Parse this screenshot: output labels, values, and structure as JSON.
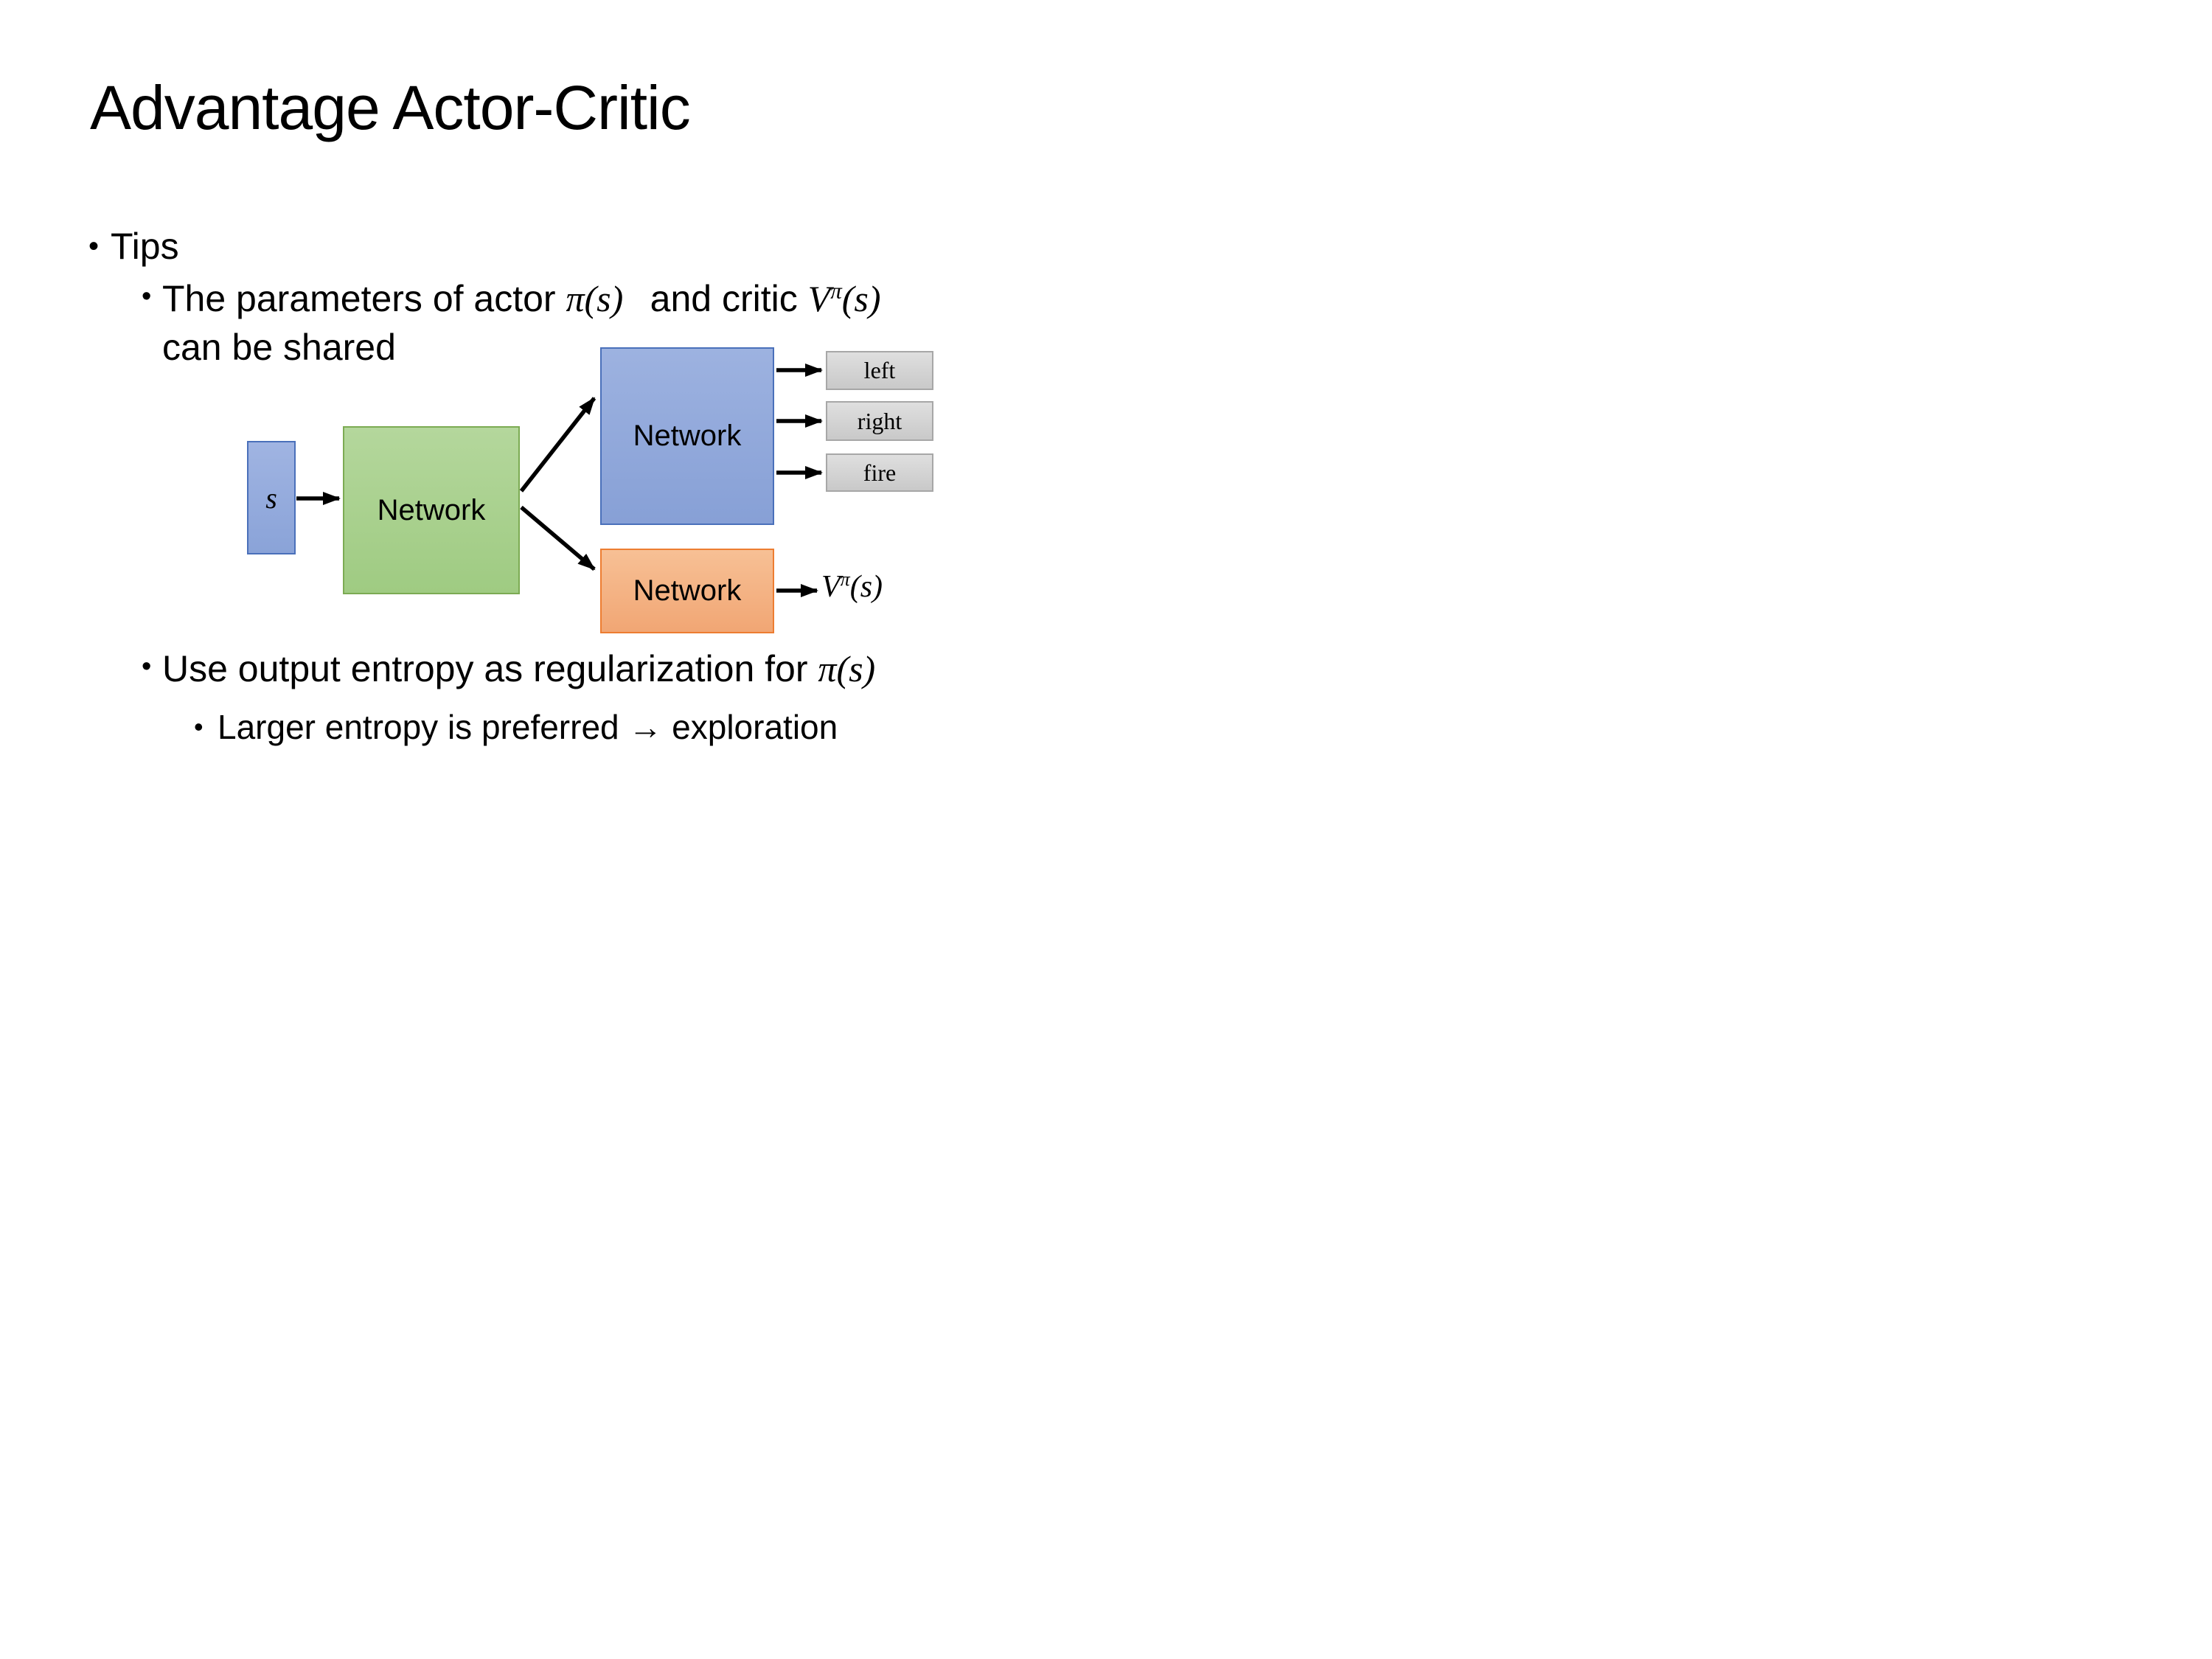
{
  "slide": {
    "title": "Advantage Actor-Critic",
    "bullets": {
      "tips": "Tips",
      "param": {
        "before": "The parameters of actor ",
        "pi": "π(s)",
        "mid": " and critic ",
        "v_base": "V",
        "v_sup": "π",
        "v_args": "(s)",
        "line2": "can be shared"
      },
      "entropy": {
        "before": "Use output entropy as regularization for ",
        "pi": "π(s)"
      },
      "exploration": "Larger entropy is preferred → exploration"
    },
    "diagram": {
      "input_label": "s",
      "shared_network_label": "Network",
      "actor_network_label": "Network",
      "critic_network_label": "Network",
      "actions": [
        "left",
        "right",
        "fire"
      ],
      "critic_output": {
        "base": "V",
        "sup": "π",
        "args": "(s)"
      }
    },
    "colors": {
      "input_fill": "#8faadc",
      "input_border": "#4a70ba",
      "shared_fill": "#a9d18e",
      "shared_border": "#7cab53",
      "actor_fill": "#8faadc",
      "actor_border": "#4a70ba",
      "critic_fill": "#f4b183",
      "critic_border": "#ed7d31",
      "action_fill": "#d2d2d2",
      "action_border": "#a7a7a7",
      "arrow": "#000000",
      "text": "#000000"
    }
  }
}
